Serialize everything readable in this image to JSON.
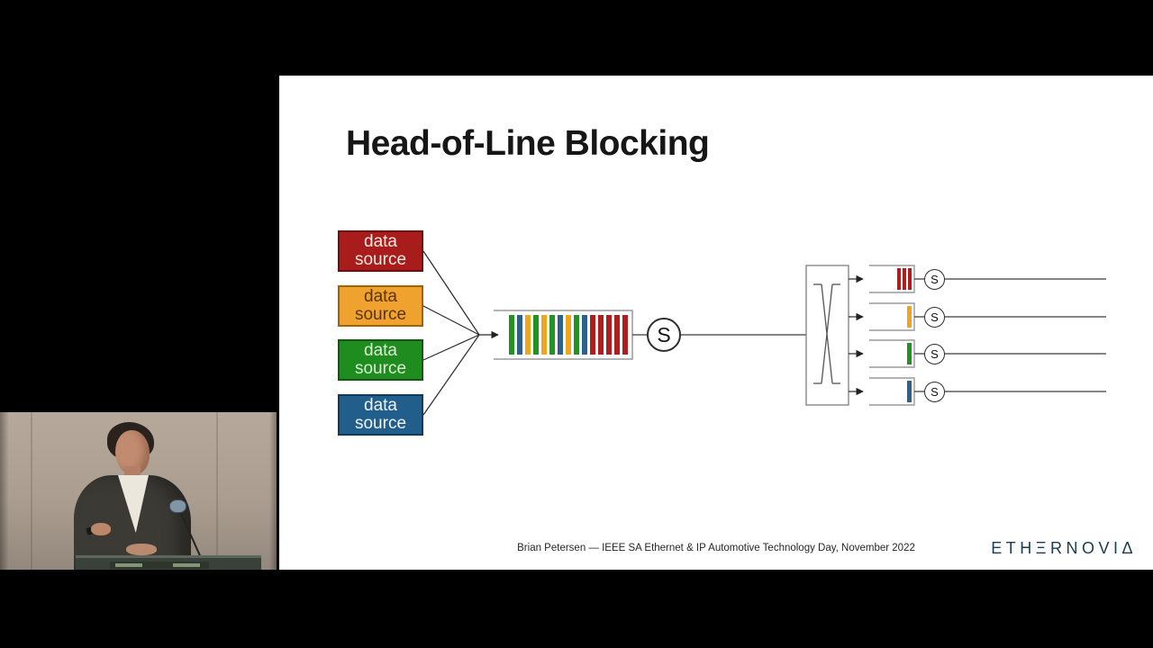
{
  "slide": {
    "title": "Head-of-Line Blocking",
    "footer": "Brian Petersen — IEEE SA Ethernet & IP Automotive Technology Day, November 2022",
    "logo_text": "ETHΞRNOVIΔ",
    "logo_color": "#1a3c4e"
  },
  "diagram": {
    "scheduler_label": "S",
    "sources": [
      {
        "label_line1": "data",
        "label_line2": "source",
        "fill": "#a81c1c",
        "border": "#6b0e0e",
        "text_color": "#f3e9e2"
      },
      {
        "label_line1": "data",
        "label_line2": "source",
        "fill": "#efa22e",
        "border": "#a06403",
        "text_color": "#5b3305"
      },
      {
        "label_line1": "data",
        "label_line2": "source",
        "fill": "#1f8c1f",
        "border": "#0f5a0f",
        "text_color": "#dbeed3"
      },
      {
        "label_line1": "data",
        "label_line2": "source",
        "fill": "#215e8c",
        "border": "#123a5a",
        "text_color": "#f0f4f7"
      }
    ],
    "stripe_colors": {
      "green": "#229222",
      "blue": "#2c618e",
      "orange": "#f0a51e",
      "red": "#b11d1d"
    },
    "input_queue_stripes": [
      "green",
      "blue",
      "orange",
      "green",
      "orange",
      "green",
      "blue",
      "orange",
      "green",
      "blue",
      "red",
      "red",
      "red",
      "red",
      "red"
    ],
    "output_queues": [
      {
        "stripes": [
          "red",
          "red",
          "red"
        ]
      },
      {
        "stripes": [
          "orange"
        ]
      },
      {
        "stripes": [
          "green"
        ]
      },
      {
        "stripes": [
          "blue"
        ]
      }
    ]
  }
}
